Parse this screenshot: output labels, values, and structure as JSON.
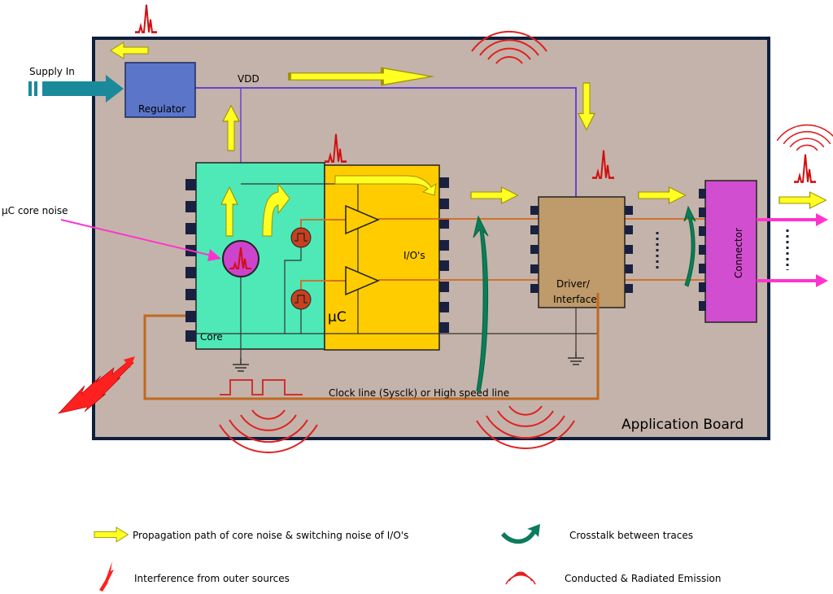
{
  "labels": {
    "supply_in": "Supply In",
    "regulator": "Regulator",
    "vdd": "VDD",
    "core_noise": "µC core noise",
    "core": "Core",
    "uc": "µC",
    "ios": "I/O's",
    "driver_line1": "Driver/",
    "driver_line2": "Interface",
    "connector": "Connector",
    "clock_line": "Clock line (Sysclk) or High speed line",
    "application_board": "Application Board"
  },
  "legend": {
    "propagation": "Propagation path of core noise & switching noise of I/O's",
    "crosstalk": "Crosstalk between traces",
    "interference": "Interference from outer sources",
    "emission": "Conducted & Radiated Emission"
  },
  "colors": {
    "board": "#c4b3aa",
    "board_border": "#0d1f3c",
    "regulator": "#5b75c9",
    "core": "#4ee9b7",
    "uc_block": "#ffcc00",
    "driver": "#bf9a6a",
    "connector": "#d24ed0",
    "arrow_yellow": "#ffff22",
    "trace_orange": "#d2691e",
    "vdd_line": "#6644cc",
    "emission_red": "#e02020",
    "crosstalk_green": "#0d7b5e",
    "supply_arrow": "#1a8a9a",
    "noise_pink": "#ff33cc"
  }
}
